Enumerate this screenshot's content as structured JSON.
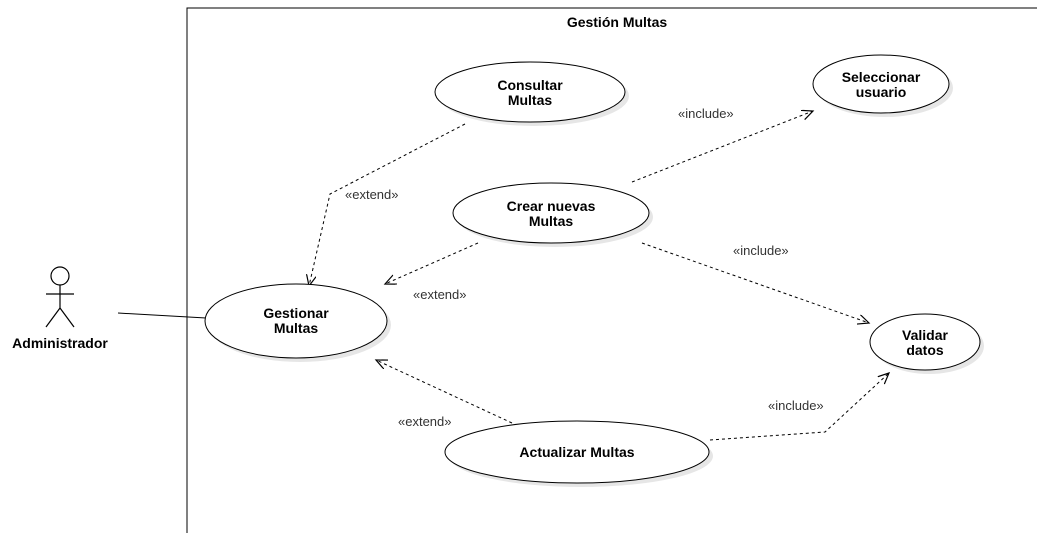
{
  "system": {
    "title": "Gestión Multas"
  },
  "actor": {
    "name": "Administrador"
  },
  "use_cases": {
    "consultar": [
      "Consultar",
      "Multas"
    ],
    "seleccionar": [
      "Seleccionar",
      "usuario"
    ],
    "crear": [
      "Crear nuevas",
      "Multas"
    ],
    "gestionar": [
      "Gestionar",
      "Multas"
    ],
    "validar": [
      "Validar",
      "datos"
    ],
    "actualizar": [
      "Actualizar Multas"
    ]
  },
  "relations": {
    "consultar_extend": "«extend»",
    "crear_extend": "«extend»",
    "actualizar_extend": "«extend»",
    "crear_include_seleccionar": "«include»",
    "crear_include_validar": "«include»",
    "actualizar_include_validar": "«include»"
  },
  "colors": {
    "line": "#000000",
    "fill": "#ffffff",
    "shadow": "#e6e6e6"
  }
}
